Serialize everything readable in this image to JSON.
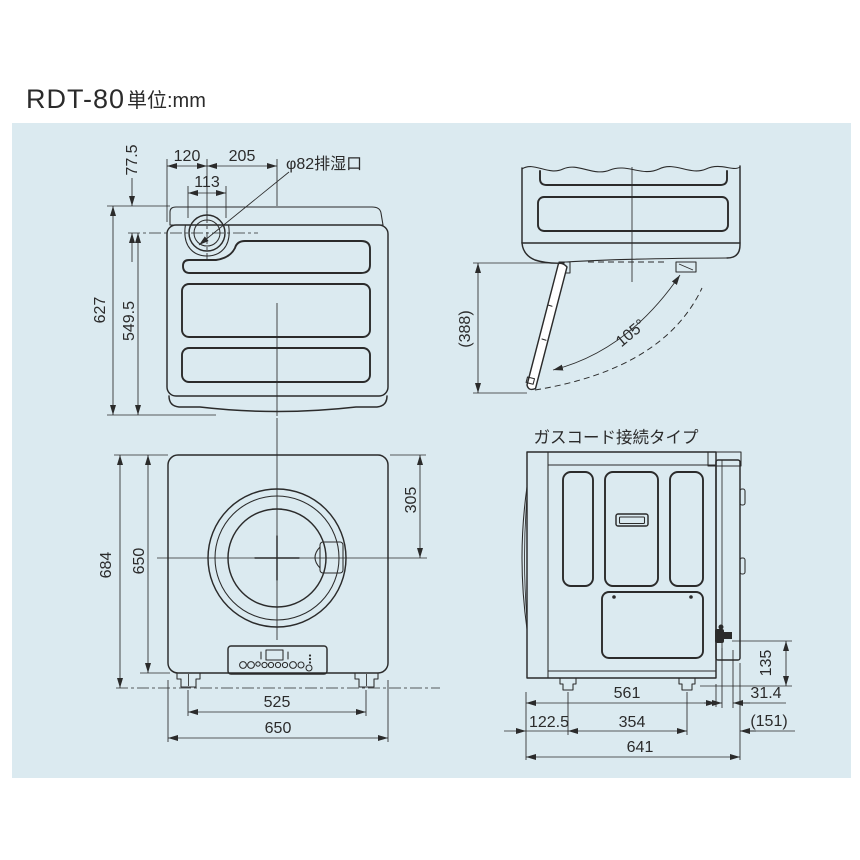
{
  "header": {
    "model": "RDT-80",
    "unit": "単位:mm"
  },
  "top_view": {
    "vent_label": "φ82排湿口",
    "d_77_5": "77.5",
    "d_120": "120",
    "d_205": "205",
    "d_113": "113",
    "d_627": "627",
    "d_549_5": "549.5"
  },
  "side_view": {
    "d_388": "(388)",
    "angle": "105°"
  },
  "front_view": {
    "d_684": "684",
    "d_650_left": "650",
    "d_305": "305",
    "d_525": "525",
    "d_650_bottom": "650"
  },
  "rear_view": {
    "title": "ガスコード接続タイプ",
    "d_561": "561",
    "d_122_5": "122.5",
    "d_354": "354",
    "d_641": "641",
    "d_31_4": "31.4",
    "d_151": "(151)",
    "d_135": "135"
  },
  "colors": {
    "panel": "#dbeaf0",
    "line": "#2b2b2b"
  }
}
